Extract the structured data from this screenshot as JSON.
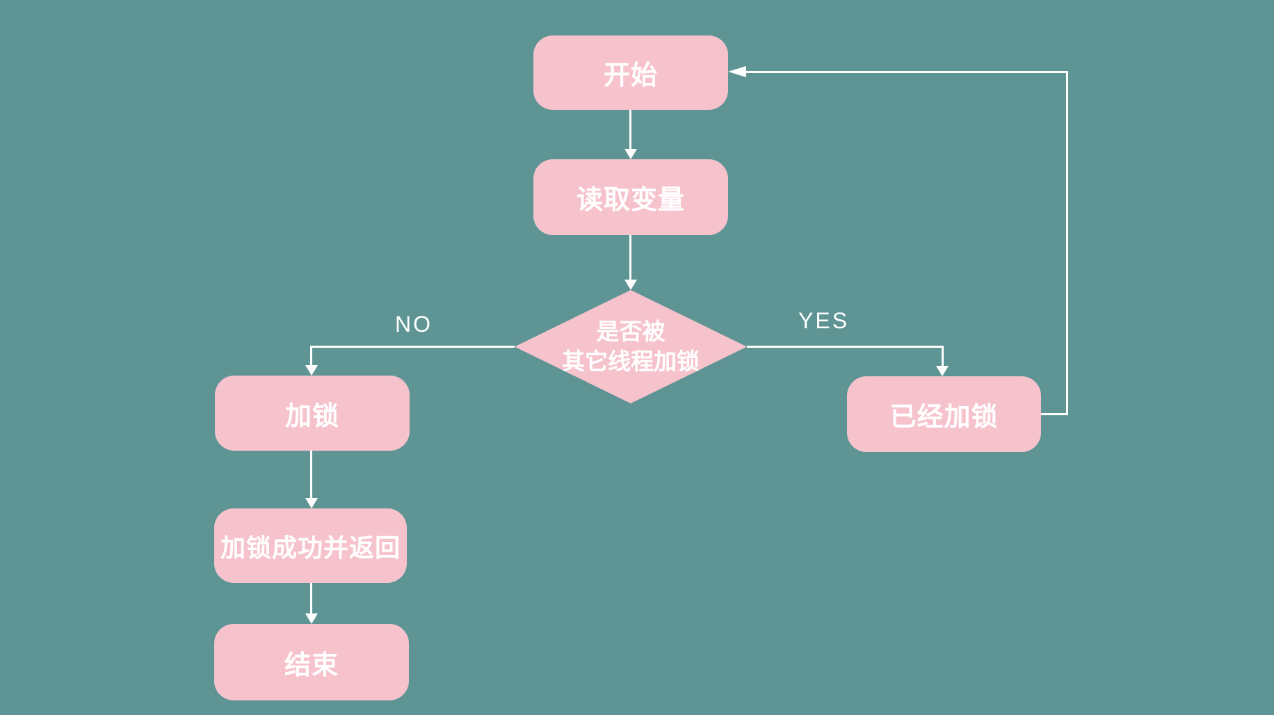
{
  "colors": {
    "background": "#5f9495",
    "node_fill": "#f6c3cd",
    "node_text": "#ffffff",
    "line": "#ffffff"
  },
  "flowchart": {
    "nodes": {
      "start": {
        "label": "开始"
      },
      "read_variable": {
        "label": "读取变量"
      },
      "decision": {
        "label": "是否被\n其它线程加锁"
      },
      "lock": {
        "label": "加锁"
      },
      "lock_success": {
        "label": "加锁成功并返回"
      },
      "end": {
        "label": "结束"
      },
      "already_locked": {
        "label": "已经加锁"
      }
    },
    "edge_labels": {
      "no": "NO",
      "yes": "YES"
    }
  }
}
